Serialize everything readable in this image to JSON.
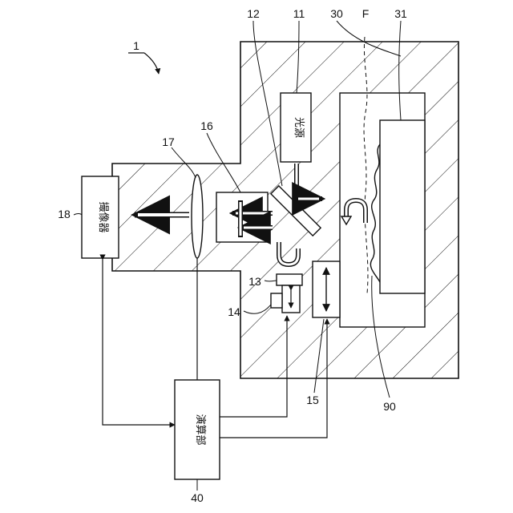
{
  "figure": {
    "ref_system": "1",
    "ref_housing": "30",
    "ref_chamber": "31",
    "ref_focus": "F",
    "ref_light_source": "11",
    "ref_beam_splitter": "12",
    "ref_stage": "13",
    "ref_actuator": "14",
    "ref_driver": "15",
    "ref_prism": "16",
    "ref_lens": "17",
    "ref_camera": "18",
    "ref_compute": "40",
    "ref_sample": "90",
    "label_light_source": "光源",
    "label_camera": "撮像器",
    "label_compute": "演算部"
  }
}
